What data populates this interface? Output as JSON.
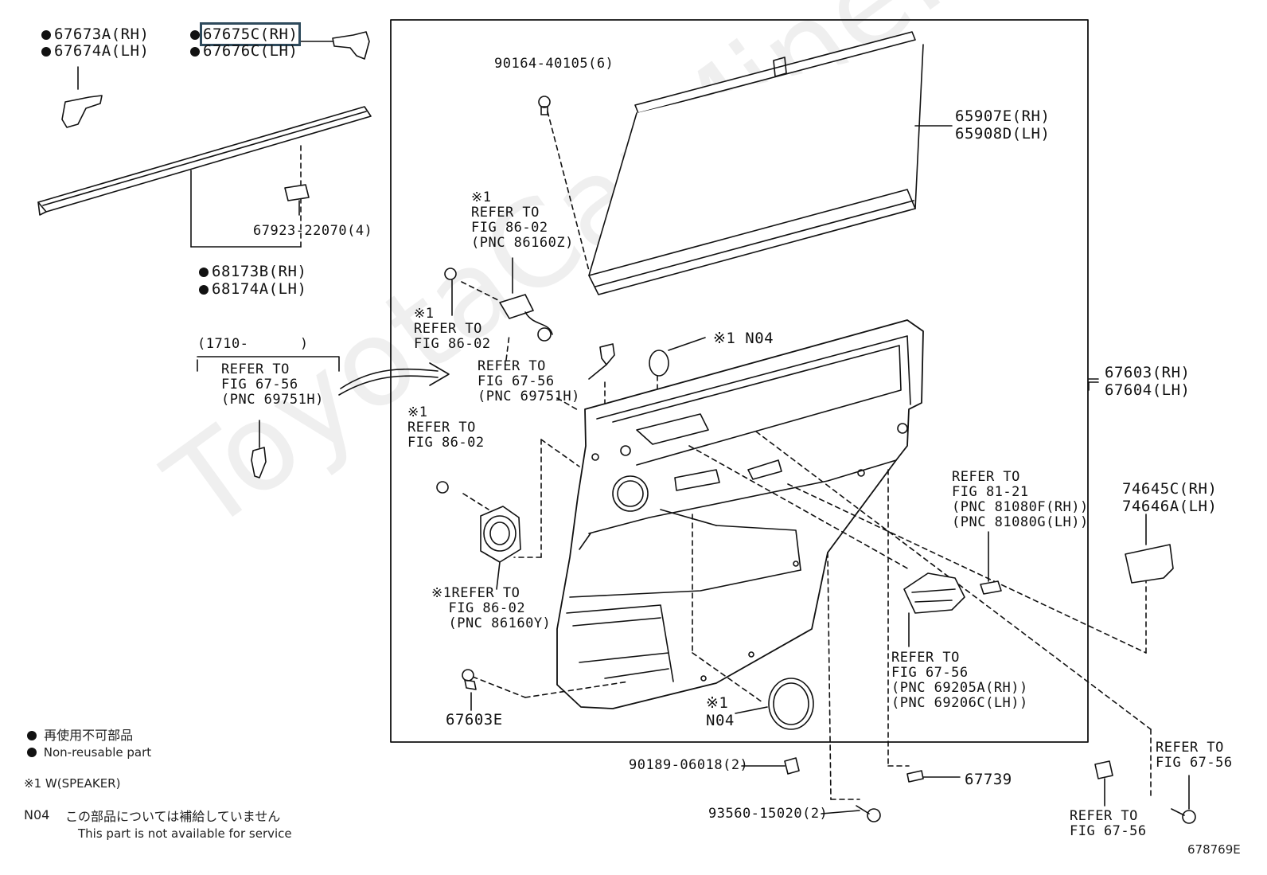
{
  "labels": {
    "p67673a": "67673A(RH)",
    "p67674a": "67674A(LH)",
    "p67675c": "67675C(RH)",
    "p67676c": "67676C(LH)",
    "p67923": "67923-22070(4)",
    "p68173b": "68173B(RH)",
    "p68174a": "68174A(LH)",
    "p90164": "90164-40105(6)",
    "p65907e": "65907E(RH)",
    "p65908d": "65908D(LH)",
    "ref_86160z": "※1\nREFER TO\nFIG 86-02\n(PNC 86160Z)",
    "ref_86_02_a": "※1\nREFER TO\nFIG 86-02",
    "p_n04_top": "※1 N04",
    "ref_69751h_right": "REFER TO\nFIG 67-56\n(PNC 69751H)",
    "date_range": "(1710-      )",
    "ref_69751h_left": "REFER TO\nFIG 67-56\n(PNC 69751H)",
    "ref_86_02_b": "※1\nREFER TO\nFIG 86-02",
    "p67603": "67603(RH)",
    "p67604": "67604(LH)",
    "ref_81080": "REFER TO\nFIG 81-21\n(PNC 81080F(RH))\n(PNC 81080G(LH))",
    "p74645c": "74645C(RH)",
    "p74646a": "74646A(LH)",
    "ref_86160y": "※1REFER TO\n  FIG 86-02\n  (PNC 86160Y)",
    "ref_69205": "REFER TO\nFIG 67-56\n(PNC 69205A(RH))\n(PNC 69206C(LH))",
    "p67603e": "67603E",
    "p_n04_bottom": "※1\nN04",
    "p90189": "90189-06018(2)",
    "p93560": "93560-15020(2)",
    "p67739": "67739",
    "ref_67_56_right": "REFER TO\nFIG 67-56",
    "ref_67_56_bottom": "REFER TO\nFIG 67-56",
    "diagram_code": "678769E"
  },
  "legend": {
    "non_reusable_jp": "再使用不可部品",
    "non_reusable_en": "Non-reusable part",
    "note1": "※1 W(SPEAKER)",
    "n04_code": "N04",
    "n04_jp": "この部品については補給していません",
    "n04_en": "This part is not available for service"
  },
  "watermark": "ToyotaCarMine.ru",
  "highlight_color": "#2e4a5c"
}
